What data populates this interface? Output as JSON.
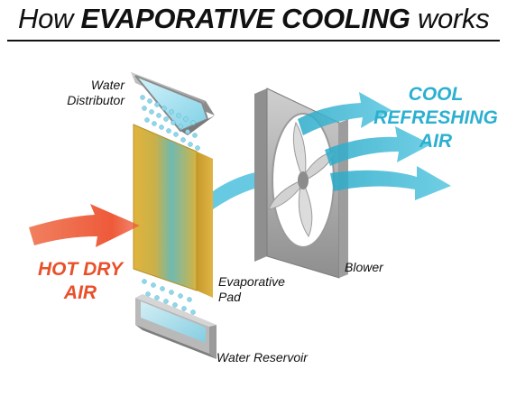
{
  "title": {
    "prefix": "How ",
    "emphasis": "EVAPORATIVE COOLING",
    "suffix": " works"
  },
  "labels": {
    "water_distributor_line1": "Water",
    "water_distributor_line2": "Distributor",
    "evaporative_pad_line1": "Evaporative",
    "evaporative_pad_line2": "Pad",
    "blower": "Blower",
    "water_reservoir": "Water Reservoir"
  },
  "hot_air": {
    "line1": "HOT DRY",
    "line2": "AIR",
    "color": "#e8502a"
  },
  "cool_air": {
    "line1": "COOL",
    "line2": "REFRESHING",
    "line3": "AIR",
    "color": "#2bb0cf"
  },
  "colors": {
    "pad_gold": "#d9ad3a",
    "pad_teal": "#5fb7b5",
    "water": "#8fd8ea",
    "metal": "#a7a7a7"
  }
}
